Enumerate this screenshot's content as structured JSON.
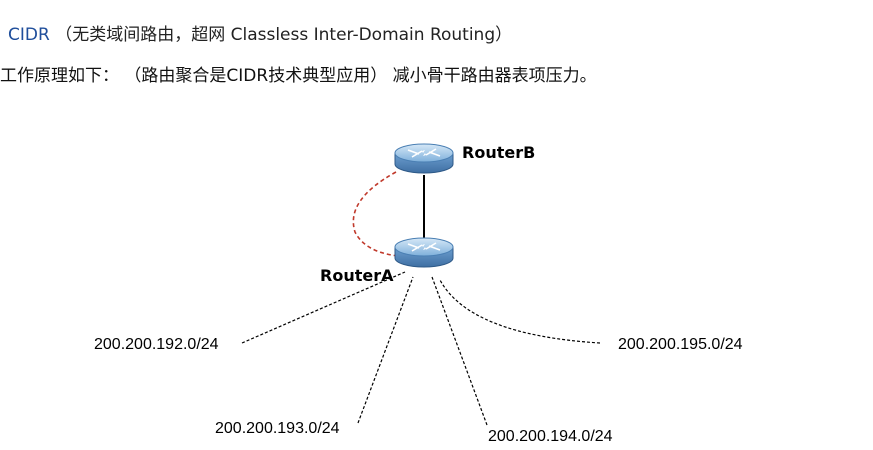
{
  "title": {
    "acronym": "CIDR",
    "rest": " （无类域间路由，超网 Classless Inter-Domain Routing）"
  },
  "description": "工作原理如下：  （路由聚合是CIDR技术典型应用） 减小骨干路由器表项压力。",
  "routers": {
    "top": "RouterB",
    "bottom": "RouterA"
  },
  "networks": [
    "200.200.192.0/24",
    "200.200.193.0/24",
    "200.200.194.0/24",
    "200.200.195.0/24"
  ],
  "colors": {
    "acronym": "#1f4e9b",
    "aggregate_path": "#c0392b",
    "router_body": "#5b8fc7"
  },
  "icons": [
    "router-icon"
  ]
}
